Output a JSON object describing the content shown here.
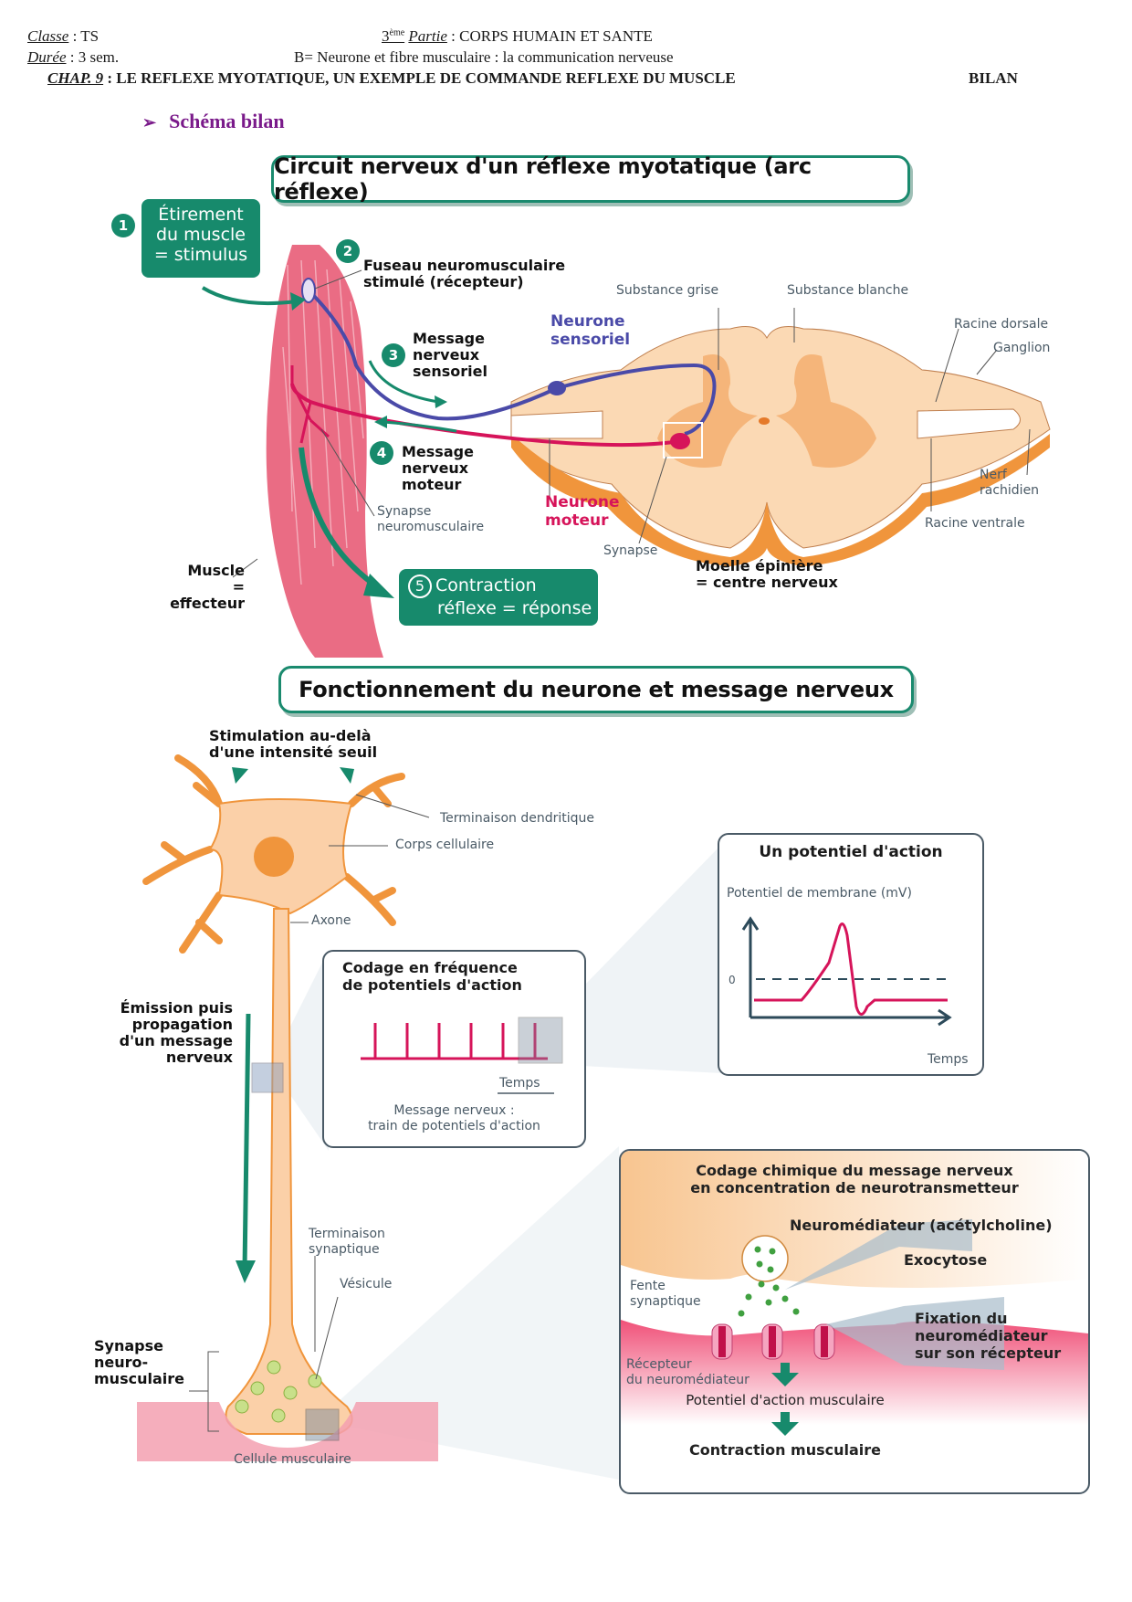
{
  "header": {
    "classe_label": "Classe",
    "classe_value": " : TS",
    "duree_label": "Durée",
    "duree_value": " : 3 sem.",
    "partie_sup": "ème",
    "partie_num": "3",
    "partie_label": "Partie",
    "partie_value": " : CORPS HUMAIN ET SANTE",
    "subpart": "B= Neurone et fibre musculaire : la communication nerveuse",
    "chap_label": "CHAP. 9",
    "chap_value": " : LE REFLEXE MYOTATIQUE, UN EXEMPLE DE COMMANDE REFLEXE DU MUSCLE",
    "bilan": "BILAN"
  },
  "section": {
    "bullet": "➢",
    "title": "Schéma bilan"
  },
  "diagram1": {
    "title": "Circuit nerveux d'un réflexe myotatique (arc réflexe)",
    "steps": [
      {
        "num": "1",
        "lines": [
          "Étirement",
          "du muscle",
          "= stimulus"
        ]
      },
      {
        "num": "2",
        "lines": [
          "Fuseau neuromusculaire",
          "stimulé (récepteur)"
        ]
      },
      {
        "num": "3",
        "lines": [
          "Message",
          "nerveux",
          "sensoriel"
        ]
      },
      {
        "num": "4",
        "lines": [
          "Message",
          "nerveux",
          "moteur"
        ]
      },
      {
        "num": "5",
        "lines": [
          "Contraction",
          "réflexe = réponse"
        ]
      }
    ],
    "labels": {
      "substance_grise": "Substance grise",
      "substance_blanche": "Substance blanche",
      "racine_dorsale": "Racine dorsale",
      "ganglion": "Ganglion",
      "neurone_sensoriel": [
        "Neurone",
        "sensoriel"
      ],
      "neurone_moteur": [
        "Neurone",
        "moteur"
      ],
      "nerf_rachidien": [
        "Nerf",
        "rachidien"
      ],
      "racine_ventrale": "Racine ventrale",
      "synapse": "Synapse",
      "synapse_nm": [
        "Synapse",
        "neuromusculaire"
      ],
      "muscle": [
        "Muscle",
        "= effecteur"
      ],
      "moelle": [
        "Moelle épinière",
        "= centre nerveux"
      ]
    },
    "colors": {
      "accent": "#178a6c",
      "sensory": "#4a4aa8",
      "motor": "#d6145a",
      "cord_light": "#fbd9b4",
      "cord_dark": "#f0953c",
      "muscle": "#e8607a"
    }
  },
  "diagram2": {
    "title": "Fonctionnement du neurone et message nerveux",
    "labels": {
      "stimulation": [
        "Stimulation au-delà",
        "d'une intensité seuil"
      ],
      "terminaison_dendritique": "Terminaison dendritique",
      "corps_cellulaire": "Corps cellulaire",
      "axone": "Axone",
      "emission": [
        "Émission puis",
        "propagation",
        "d'un message",
        "nerveux"
      ],
      "terminaison_synaptique": [
        "Terminaison",
        "synaptique"
      ],
      "vesicule": "Vésicule",
      "synapse_nm": [
        "Synapse",
        "neuro-",
        "musculaire"
      ],
      "cellule_musculaire": "Cellule musculaire"
    },
    "frequency_panel": {
      "title": [
        "Codage en fréquence",
        "de potentiels d'action"
      ],
      "axis": "Temps",
      "caption": [
        "Message nerveux :",
        "train de potentiels d'action"
      ],
      "spike_count": 6
    },
    "action_potential_panel": {
      "title": "Un potentiel d'action",
      "ylabel": "Potentiel de membrane (mV)",
      "zero_label": "0",
      "xlabel": "Temps"
    },
    "chemical_panel": {
      "title": [
        "Codage chimique du message nerveux",
        "en concentration de neurotransmetteur"
      ],
      "neuromediateur": "Neuromédiateur (acétylcholine)",
      "exocytose": "Exocytose",
      "fente": [
        "Fente",
        "synaptique"
      ],
      "fixation": [
        "Fixation du",
        "neuromédiateur",
        "sur son récepteur"
      ],
      "recepteur": [
        "Récepteur",
        "du neuromédiateur"
      ],
      "pa_musculaire": "Potentiel d'action musculaire",
      "contraction": "Contraction musculaire"
    }
  }
}
